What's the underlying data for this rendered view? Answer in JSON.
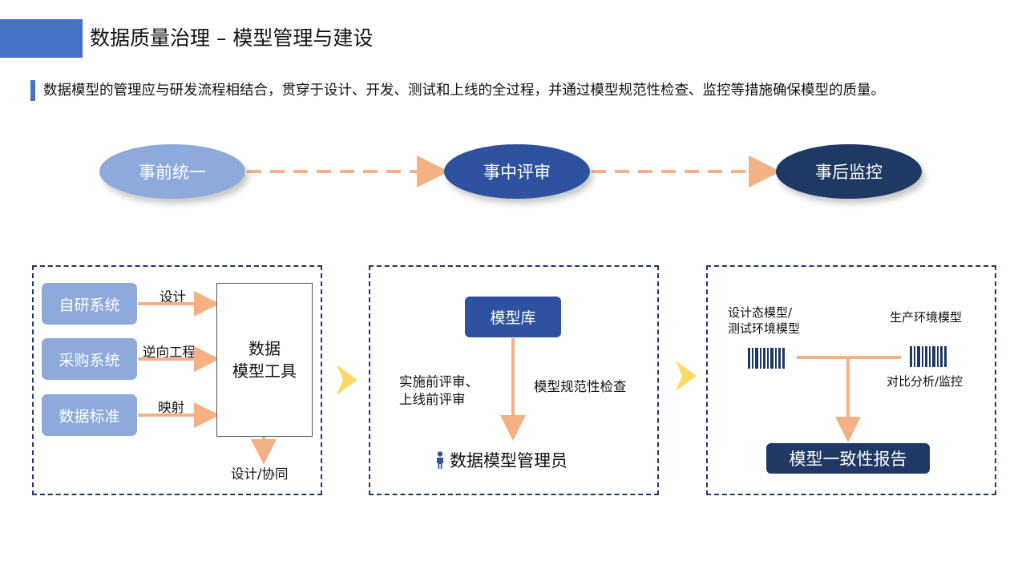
{
  "header": {
    "title": "数据质量治理 – 模型管理与建设",
    "subtitle": "数据模型的管理应与研发流程相结合，贯穿于设计、开发、测试和上线的全过程，并通过模型规范性检查、监控等措施确保模型的质量。"
  },
  "stages": [
    {
      "label": "事前统一",
      "color": "#8eaadb"
    },
    {
      "label": "事中评审",
      "color": "#2f52a0"
    },
    {
      "label": "事后监控",
      "color": "#1f3864"
    }
  ],
  "panel1": {
    "sources": [
      "自研系统",
      "采购系统",
      "数据标准"
    ],
    "arrow_labels": [
      "设计",
      "逆向工程",
      "映射"
    ],
    "tool_lines": [
      "数据",
      "模型工具"
    ],
    "output_label": "设计/协同"
  },
  "panel2": {
    "repo": "模型库",
    "review_lines": [
      "实施前评审、",
      "上线前评审"
    ],
    "check_label": "模型规范性检查",
    "admin": "数据模型管理员"
  },
  "panel3": {
    "left_lines": [
      "设计态模型/",
      "测试环境模型"
    ],
    "right_label": "生产环境模型",
    "compare_label": "对比分析/监控",
    "report": "模型一致性报告"
  },
  "colors": {
    "accent_blue": "#4472c4",
    "light_blue": "#8eaadb",
    "mid_blue": "#2f52a0",
    "dark_navy": "#1f3864",
    "arrow_orange": "#f4b183",
    "chevron_yellow": "#ffd966"
  },
  "icons": [
    "person-icon",
    "barcode-icon",
    "chevron-right-icon"
  ]
}
